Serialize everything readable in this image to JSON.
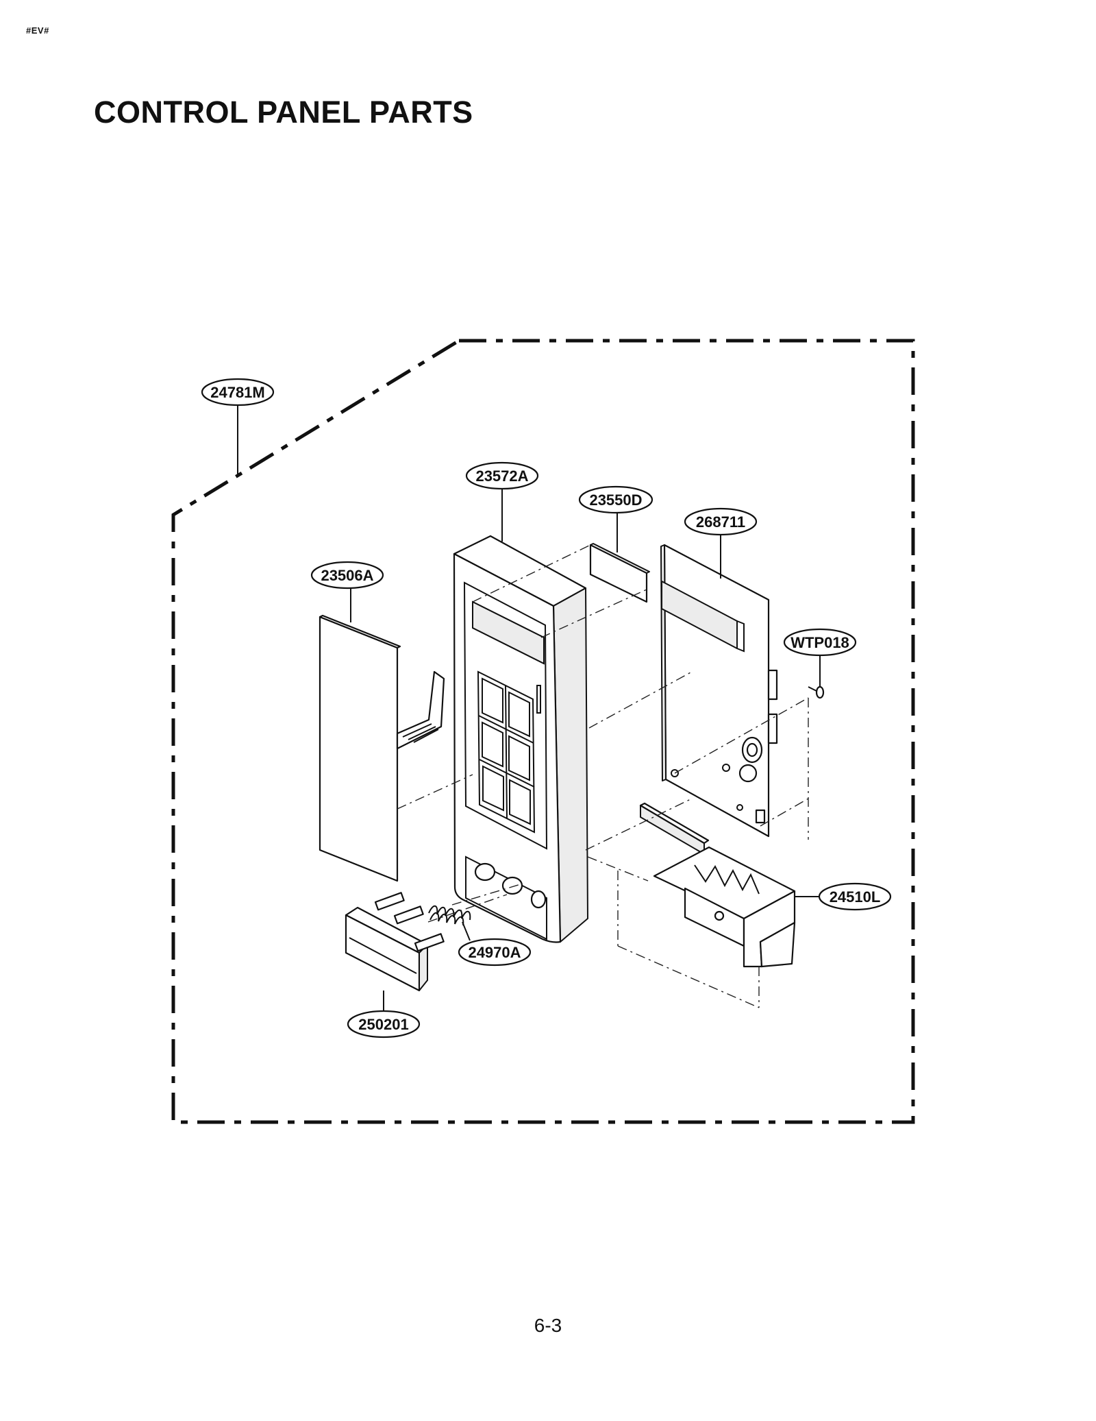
{
  "header": {
    "code": "#EV#"
  },
  "title": "CONTROL PANEL PARTS",
  "callouts": {
    "assembly": "24781M",
    "frame": "23572A",
    "display_window": "23550D",
    "pcb": "268711",
    "key_sheet": "23506A",
    "screw": "WTP018",
    "latch_lever": "24510L",
    "spring": "24970A",
    "door_button": "250201"
  },
  "footer": {
    "page_number": "6-3"
  }
}
